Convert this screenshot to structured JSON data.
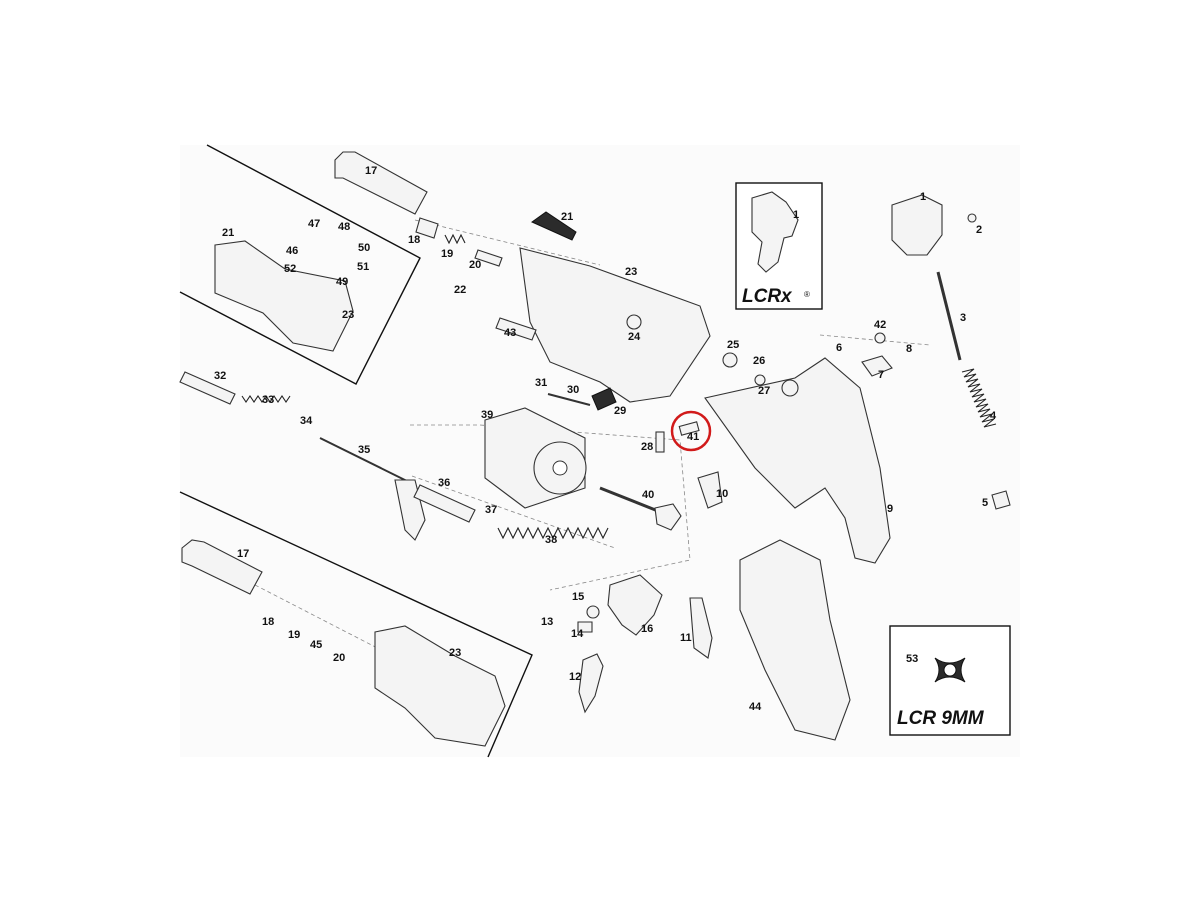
{
  "diagram": {
    "parts": [
      {
        "id": "p1",
        "text": "1"
      },
      {
        "id": "p1b",
        "text": "1"
      },
      {
        "id": "p2",
        "text": "2"
      },
      {
        "id": "p3",
        "text": "3"
      },
      {
        "id": "p4",
        "text": "4"
      },
      {
        "id": "p5",
        "text": "5"
      },
      {
        "id": "p6",
        "text": "6"
      },
      {
        "id": "p7",
        "text": "7"
      },
      {
        "id": "p8",
        "text": "8"
      },
      {
        "id": "p9",
        "text": "9"
      },
      {
        "id": "p10",
        "text": "10"
      },
      {
        "id": "p11",
        "text": "11"
      },
      {
        "id": "p12",
        "text": "12"
      },
      {
        "id": "p13",
        "text": "13"
      },
      {
        "id": "p14",
        "text": "14"
      },
      {
        "id": "p15",
        "text": "15"
      },
      {
        "id": "p16",
        "text": "16"
      },
      {
        "id": "p17a",
        "text": "17"
      },
      {
        "id": "p17b",
        "text": "17"
      },
      {
        "id": "p18a",
        "text": "18"
      },
      {
        "id": "p18b",
        "text": "18"
      },
      {
        "id": "p19a",
        "text": "19"
      },
      {
        "id": "p19b",
        "text": "19"
      },
      {
        "id": "p20a",
        "text": "20"
      },
      {
        "id": "p20b",
        "text": "20"
      },
      {
        "id": "p21a",
        "text": "21"
      },
      {
        "id": "p21b",
        "text": "21"
      },
      {
        "id": "p22",
        "text": "22"
      },
      {
        "id": "p23a",
        "text": "23"
      },
      {
        "id": "p23b",
        "text": "23"
      },
      {
        "id": "p23c",
        "text": "23"
      },
      {
        "id": "p24",
        "text": "24"
      },
      {
        "id": "p25",
        "text": "25"
      },
      {
        "id": "p26",
        "text": "26"
      },
      {
        "id": "p27",
        "text": "27"
      },
      {
        "id": "p28",
        "text": "28"
      },
      {
        "id": "p29",
        "text": "29"
      },
      {
        "id": "p30",
        "text": "30"
      },
      {
        "id": "p31",
        "text": "31"
      },
      {
        "id": "p32",
        "text": "32"
      },
      {
        "id": "p33",
        "text": "33"
      },
      {
        "id": "p34",
        "text": "34"
      },
      {
        "id": "p35",
        "text": "35"
      },
      {
        "id": "p36",
        "text": "36"
      },
      {
        "id": "p37",
        "text": "37"
      },
      {
        "id": "p38",
        "text": "38"
      },
      {
        "id": "p39",
        "text": "39"
      },
      {
        "id": "p40",
        "text": "40"
      },
      {
        "id": "p41",
        "text": "41"
      },
      {
        "id": "p42",
        "text": "42"
      },
      {
        "id": "p43",
        "text": "43"
      },
      {
        "id": "p44",
        "text": "44"
      },
      {
        "id": "p45",
        "text": "45"
      },
      {
        "id": "p46",
        "text": "46"
      },
      {
        "id": "p47",
        "text": "47"
      },
      {
        "id": "p48",
        "text": "48"
      },
      {
        "id": "p49",
        "text": "49"
      },
      {
        "id": "p50",
        "text": "50"
      },
      {
        "id": "p51",
        "text": "51"
      },
      {
        "id": "p52",
        "text": "52"
      },
      {
        "id": "p53",
        "text": "53"
      }
    ],
    "highlight_color": "#d11a1a",
    "highlighted_part": "41",
    "inset_lcrx": {
      "label": "LCRx",
      "registered": "®"
    },
    "inset_9mm": {
      "label": "LCR 9MM"
    }
  }
}
